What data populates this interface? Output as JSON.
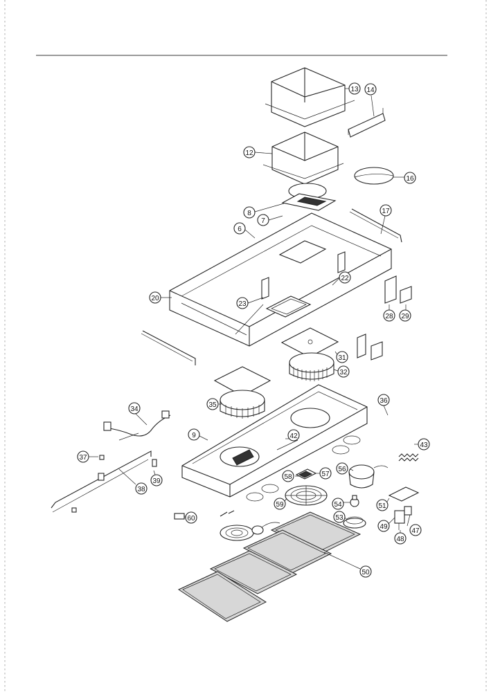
{
  "page": {
    "title_rule": true
  },
  "callouts": [
    {
      "id": "c13",
      "label": "13"
    },
    {
      "id": "c14",
      "label": "14"
    },
    {
      "id": "c12",
      "label": "12"
    },
    {
      "id": "c16",
      "label": "16"
    },
    {
      "id": "c8",
      "label": "8"
    },
    {
      "id": "c7",
      "label": "7"
    },
    {
      "id": "c17",
      "label": "17"
    },
    {
      "id": "c6",
      "label": "6"
    },
    {
      "id": "c22",
      "label": "22"
    },
    {
      "id": "c20",
      "label": "20"
    },
    {
      "id": "c23",
      "label": "23"
    },
    {
      "id": "c28",
      "label": "28"
    },
    {
      "id": "c29",
      "label": "29"
    },
    {
      "id": "c31",
      "label": "31"
    },
    {
      "id": "c32",
      "label": "32"
    },
    {
      "id": "c36",
      "label": "36"
    },
    {
      "id": "c35",
      "label": "35"
    },
    {
      "id": "c34",
      "label": "34"
    },
    {
      "id": "c9",
      "label": "9"
    },
    {
      "id": "c42",
      "label": "42"
    },
    {
      "id": "c43",
      "label": "43"
    },
    {
      "id": "c37",
      "label": "37"
    },
    {
      "id": "c56",
      "label": "56"
    },
    {
      "id": "c58",
      "label": "58"
    },
    {
      "id": "c57",
      "label": "57"
    },
    {
      "id": "c39",
      "label": "39"
    },
    {
      "id": "c38",
      "label": "38"
    },
    {
      "id": "c59",
      "label": "59"
    },
    {
      "id": "c51",
      "label": "51"
    },
    {
      "id": "c54",
      "label": "54"
    },
    {
      "id": "c49",
      "label": "49"
    },
    {
      "id": "c47",
      "label": "47"
    },
    {
      "id": "c53",
      "label": "53"
    },
    {
      "id": "c48",
      "label": "48"
    },
    {
      "id": "c60",
      "label": "60"
    },
    {
      "id": "c50",
      "label": "50"
    }
  ]
}
